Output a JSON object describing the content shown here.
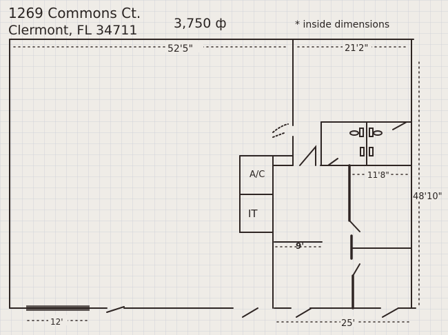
{
  "header": {
    "address_line1": "1269 Commons Ct.",
    "address_line2": "Clermont, FL 34711",
    "area": "3,750 ф",
    "note": "* inside dimensions"
  },
  "dimensions": {
    "warehouse_width": "52'5\"",
    "office_width": "21'2\"",
    "depth": "48'10\"",
    "room_width": "11'8\"",
    "corridor_width": "9'",
    "office_front": "25'",
    "bay_door": "12'"
  },
  "rooms": {
    "ac": "A/C",
    "it": "IT"
  },
  "colors": {
    "paper": "#efece7",
    "grid": "#c9ccd6",
    "ink": "#2e2523"
  }
}
